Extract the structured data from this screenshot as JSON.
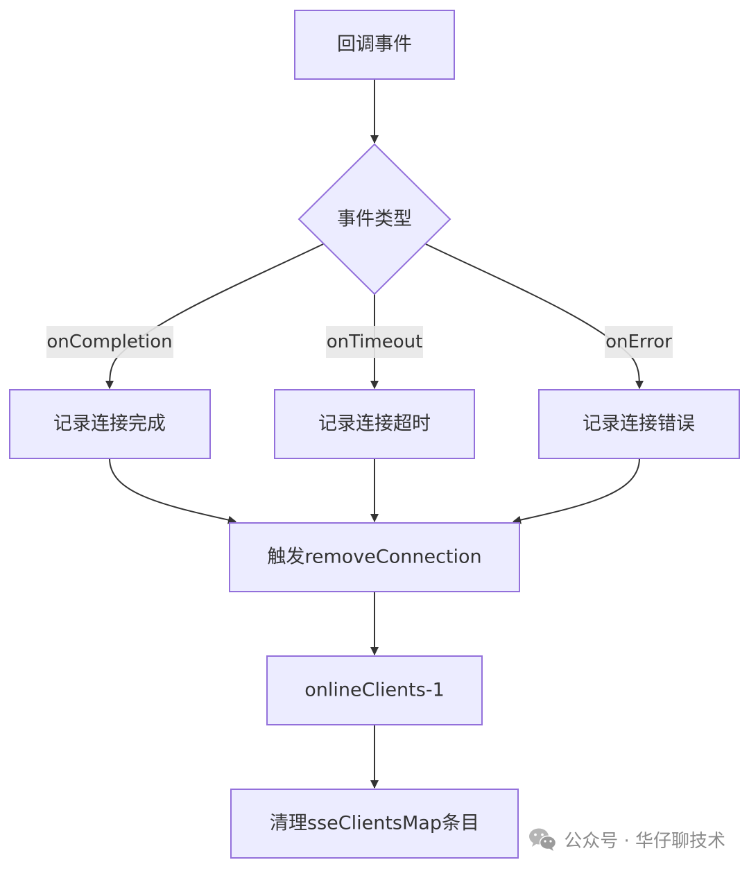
{
  "nodes": {
    "callback_event": "回调事件",
    "event_type": "事件类型",
    "log_complete": "记录连接完成",
    "log_timeout": "记录连接超时",
    "log_error": "记录连接错误",
    "trigger_remove": "触发removeConnection",
    "online_clients": "onlineClients-1",
    "cleanup": "清理sseClientsMap条目"
  },
  "edges": {
    "on_completion": "onCompletion",
    "on_timeout": "onTimeout",
    "on_error": "onError"
  },
  "watermark": {
    "text": "公众号 · 华仔聊技术",
    "icon": "wechat-icon"
  },
  "colors": {
    "node_fill": "#ececff",
    "node_stroke": "#9370db",
    "edge": "#333333",
    "label_bg": "#e8e8e8"
  }
}
